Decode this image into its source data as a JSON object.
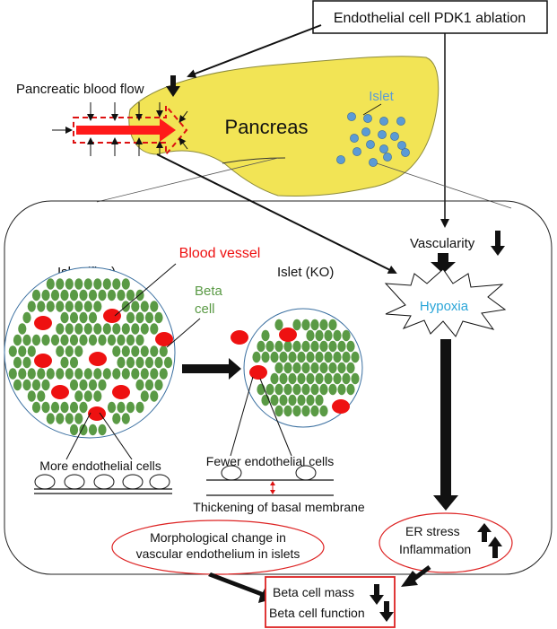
{
  "labels": {
    "ablation": "Endothelial cell PDK1 ablation",
    "blood_flow": "Pancreatic blood flow",
    "pancreas": "Pancreas",
    "islet": "Islet",
    "vascularity": "Vascularity",
    "hypoxia": "Hypoxia",
    "blood_vessel": "Blood vessel",
    "beta_line1": "Beta",
    "beta_line2": "cell",
    "islet_flox": "Islet (flox)",
    "islet_ko": "Islet (KO)",
    "more_endothelial": "More endothelial cells",
    "fewer_endothelial": "Fewer endothelial cells",
    "thickening": "Thickening of basal membrane",
    "morph_line1": "Morphological change in",
    "morph_line2": "vascular endothelium in islets",
    "er_stress": "ER stress",
    "inflammation": "Inflammation",
    "beta_mass": "Beta cell mass",
    "beta_function": "Beta cell function"
  },
  "colors": {
    "pancreas_fill": "#f2e455",
    "pancreas_stroke": "#8c8a3a",
    "islet_dot": "#5b9bd5",
    "islet_label": "#5b9bd5",
    "beta_cell": "#5a9a45",
    "beta_label": "#5a9a45",
    "vessel": "#ee1111",
    "vessel_label": "#ee1111",
    "hypoxia_label": "#2aa5d8",
    "oval_stroke": "#dd2222",
    "final_box_stroke": "#dd2222",
    "arrow": "#111111",
    "blood_arrow": "#ff1a1a"
  },
  "icons": [
    "down-arrow-icon",
    "up-arrow-icon",
    "hypoxia-starburst-icon"
  ]
}
